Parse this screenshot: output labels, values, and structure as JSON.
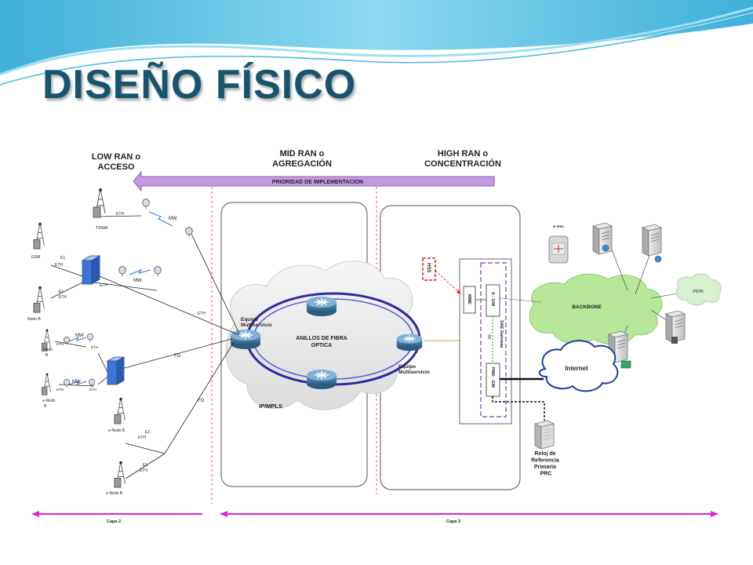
{
  "slide": {
    "title": "DISEÑO FÍSICO"
  },
  "colors": {
    "title": "#17546f",
    "priority_arrow": "#c39ae0",
    "priority_text": "#cc0000",
    "capa_arrow": "#e020e0",
    "backbone": "#b7e89a",
    "sae_border": "#7b3fa0"
  },
  "header": {
    "low_ran": [
      "LOW RAN o",
      "ACCESO"
    ],
    "mid_ran": [
      "MID RAN o",
      "AGREGACIÓN"
    ],
    "high_ran": [
      "HIGH RAN o",
      "CONCENTRACIÓN"
    ],
    "priority": "PRIORIDAD DE IMPLEMENTACION"
  },
  "access": {
    "tdma": "TDMA",
    "gsm": "GSM",
    "nodo_b": "Nodo B",
    "nodo_b2": "Nodo",
    "e1": "E1",
    "eth": "ETH",
    "mw": "MW",
    "fo": "FO",
    "e_nodo_b": "e-Nodo B",
    "e_nodo": "e-Nodo",
    "b": "B"
  },
  "core": {
    "equipo1": [
      "Equipo",
      "Multiservicio"
    ],
    "equipo2": [
      "Equipo",
      "Multiservicio"
    ],
    "anillos": [
      "ANILLOS DE FIBRA",
      "OPTICA"
    ],
    "ipmpls": "IP/MPLS",
    "hss": "HSS",
    "mme": "MME",
    "sgw": "S - GW",
    "sae": "SAE Gateway",
    "s5": "S5",
    "pndgw": "PND - GW",
    "backbone": "BACKBONE",
    "ippbx": "IP IPBX",
    "pstn": "PSTN",
    "internet": "Internet",
    "reloj": [
      "Reloj de",
      "Referencia",
      "Primario",
      "PRC"
    ]
  },
  "layers": {
    "capa2": "Capa 2",
    "capa3": "Capa 3"
  }
}
